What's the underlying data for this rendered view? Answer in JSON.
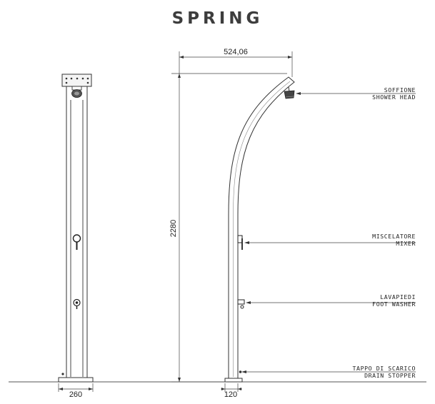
{
  "title": "SPRING",
  "dimensions": {
    "overhang": "524,06",
    "height": "2280",
    "base_width": "260",
    "column_width": "120"
  },
  "callouts": [
    {
      "it": "SOFFIONE",
      "en": "SHOWER HEAD"
    },
    {
      "it": "MISCELATORE",
      "en": "MIXER"
    },
    {
      "it": "LAVAPIEDI",
      "en": "FOOT WASHER"
    },
    {
      "it": "TAPPO DI SCARICO",
      "en": "DRAIN STOPPER"
    }
  ]
}
